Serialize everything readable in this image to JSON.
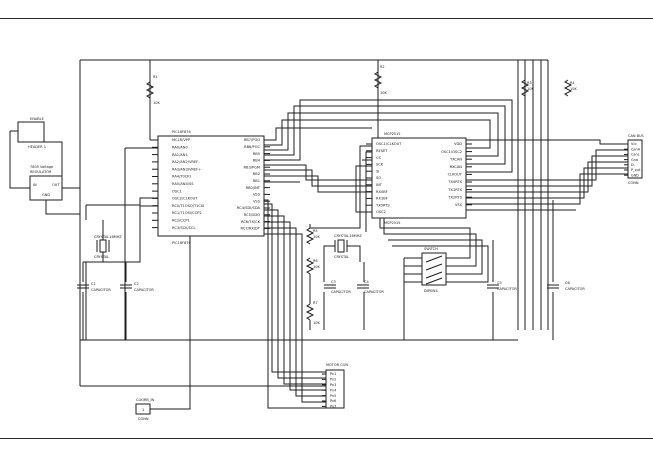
{
  "schematic": {
    "line_color": "#1e1e1e",
    "ic_main": {
      "name": "PIC16F876",
      "ref": "PIC16F876",
      "left_pins": [
        "MCLR/VPP",
        "RA0/AN0",
        "RA1/AN1",
        "RA2/AN2/VREF-",
        "RA3/AN3/VREF+",
        "RA4/T0CKI",
        "RA5/AN4/SS",
        "OSC1",
        "OSC2/CLKOUT",
        "RC0/T1OSO/T1CKI",
        "RC1/T1OSI/CCP2",
        "RC2/CCP1",
        "RC3/SCK/SCL"
      ],
      "right_pins": [
        "RB7/PGD",
        "RB6/PGC",
        "RB5",
        "RB4",
        "RB3/PGM",
        "RB2",
        "RB1",
        "RB0/INT",
        "VSS",
        "VSS",
        "RC4/SDI/SDA",
        "RC5/SDO",
        "RC6/TX/CK",
        "RC7/RX/DT"
      ]
    },
    "ic_can": {
      "name": "MCP2515",
      "ref": "MCP2515",
      "left_pins": [
        "OSC1/CLKOUT",
        "RESET",
        "CS",
        "SCK",
        "SI",
        "SO",
        "INT",
        "RX0BF",
        "RX1BF",
        "TX0RTS",
        "OSC2"
      ],
      "right_pins": [
        "VDD",
        "OSC1/OSC2",
        "TXCAN",
        "RXCAN",
        "CLKOUT",
        "TX0RTS",
        "TX1RTS",
        "TX2RTS",
        "VSS"
      ]
    },
    "switch": {
      "name": "SWITCH",
      "ref": "DIPSW4"
    },
    "regulator": {
      "line1": "7805 Voltage",
      "line2": "REGULATOR",
      "in": "IN",
      "out": "OUT",
      "gnd": "GND"
    },
    "enable_conn": {
      "name": "ENABLE",
      "ref": "HEADER 1"
    },
    "can_conn": {
      "name": "CAN BUS",
      "ref": "CONN",
      "pins": [
        "Vcc",
        "CanH",
        "CanL",
        "Gnd",
        "D-",
        "P_out",
        "GND"
      ]
    },
    "motor_conn": {
      "name": "MOTOR CON",
      "pins": [
        "Pn1",
        "Pn2",
        "Pn3",
        "Pn4",
        "Pn5",
        "Pn6",
        "Pn7"
      ]
    },
    "bottom_conn": {
      "name": "CLK/RB_IN",
      "ref": "CONN",
      "pin": "1"
    },
    "crystals": [
      {
        "name": "CRYSTAL16MHZ",
        "ref": "CRYSTAL"
      },
      {
        "name": "CRYSTAL16MHZ",
        "ref": "CRYSTAL"
      }
    ],
    "resistors": [
      {
        "name": "R1",
        "value": "10K"
      },
      {
        "name": "R2",
        "value": "10K"
      },
      {
        "name": "R3",
        "value": "10K"
      },
      {
        "name": "R4",
        "value": "10K"
      },
      {
        "name": "R5",
        "value": "10K"
      },
      {
        "name": "R6",
        "value": "10K"
      },
      {
        "name": "R7",
        "value": "10K"
      }
    ],
    "capacitors": [
      {
        "name": "C1",
        "value": "CAPACITOR"
      },
      {
        "name": "C2",
        "value": "CAPACITOR"
      },
      {
        "name": "C3",
        "value": "CAPACITOR"
      },
      {
        "name": "C4",
        "value": "CAPACITOR"
      },
      {
        "name": "C5",
        "value": "CAPACITOR"
      },
      {
        "name": "C6",
        "value": "CAPACITOR"
      }
    ]
  }
}
